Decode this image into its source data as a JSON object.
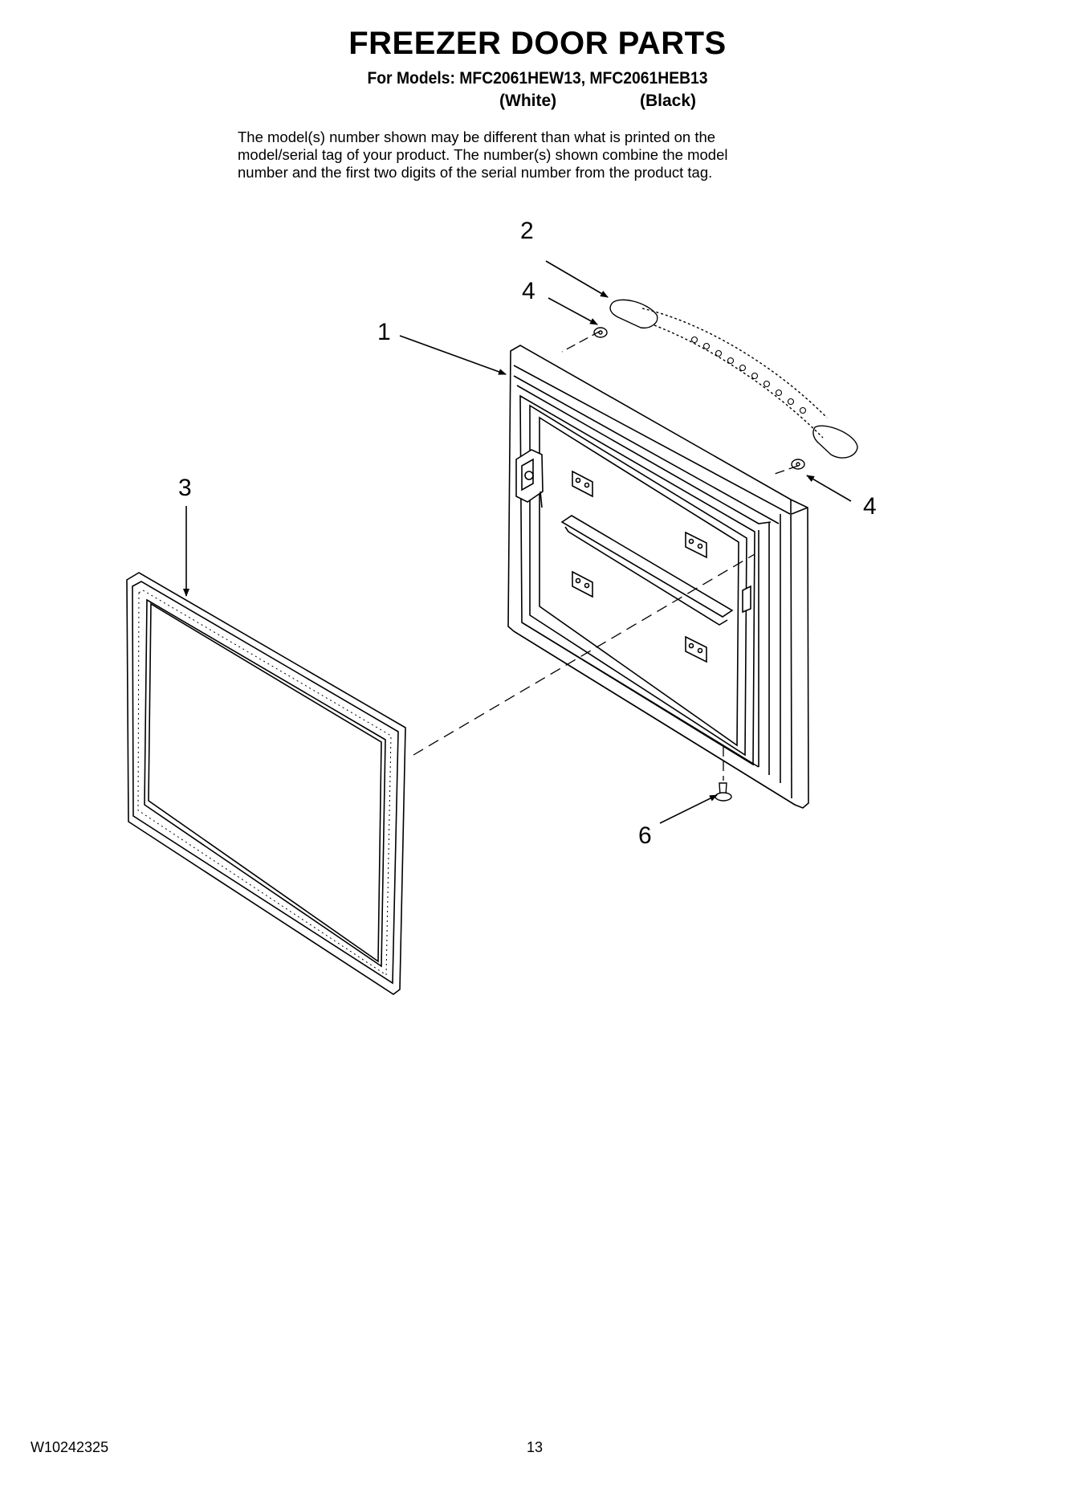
{
  "header": {
    "title": "FREEZER DOOR PARTS",
    "models_line": "For Models: MFC2061HEW13, MFC2061HEB13",
    "variant_white": "(White)",
    "variant_black": "(Black)"
  },
  "note": {
    "line1": "The model(s) number shown may be different than what is printed on the",
    "line2": "model/serial tag of your product. The number(s) shown combine the model",
    "line3": "number and the first two digits of the serial number from the product tag."
  },
  "callouts": {
    "door": "1",
    "hinge_cover": "2",
    "gasket": "3",
    "washer_top": "4",
    "washer_right": "4",
    "pin": "6"
  },
  "footer": {
    "doc_number": "W10242325",
    "page_number": "13"
  }
}
